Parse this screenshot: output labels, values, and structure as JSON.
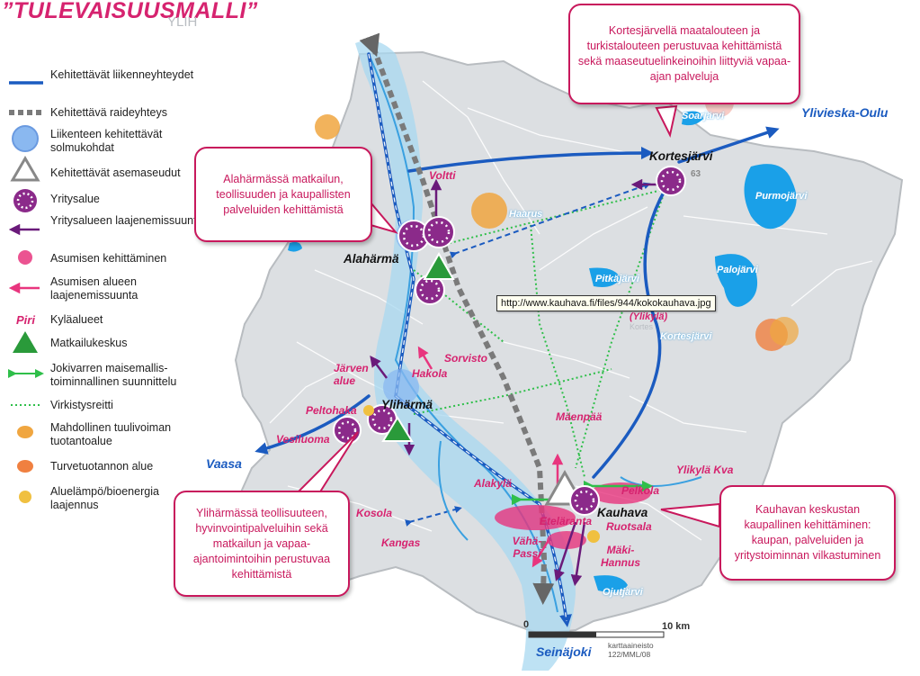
{
  "title": "”TULEVAISUUSMALLI”",
  "legend": [
    {
      "icon": "blue-line-icon",
      "label": "Kehitettävät liikenneyhteydet"
    },
    {
      "icon": "dashed-rail-icon",
      "label": "Kehitettävä raideyhteys"
    },
    {
      "icon": "blue-circle-icon",
      "label": "Liikenteen kehitettävät solmukohdat"
    },
    {
      "icon": "white-triangle-icon",
      "label": "Kehitettävät asemaseudut"
    },
    {
      "icon": "business-area-icon",
      "label": "Yritysalue"
    },
    {
      "icon": "purple-arrow-icon",
      "label": "Yritysalueen laajenemissuunta"
    },
    {
      "icon": "pink-dot-icon",
      "label": "Asumisen kehittäminen"
    },
    {
      "icon": "pink-arrow-icon",
      "label": "Asumisen alueen laajenemissuunta"
    },
    {
      "icon": "village-text-icon",
      "symbol_text": "Piri",
      "label": "Kyläalueet"
    },
    {
      "icon": "green-triangle-icon",
      "label": "Matkailukeskus"
    },
    {
      "icon": "green-double-arrow-icon",
      "label": "Jokivarren maisemallis-toiminnallinen suunnittelu"
    },
    {
      "icon": "green-dotted-line-icon",
      "label": "Virkistysreitti"
    },
    {
      "icon": "orange-blob-icon",
      "label": "Mahdollinen tuulivoiman tuotantoalue"
    },
    {
      "icon": "red-blob-icon",
      "label": "Turvetuotannon alue"
    },
    {
      "icon": "sun-blob-icon",
      "label": "Aluelämpö/bioenergia laajennus"
    }
  ],
  "callouts": {
    "kortesjarvi": "Kortesjärvellä maatalouteen ja turkistalouteen perustuvaa kehittämistä sekä maaseutuelinkeinoihin liittyviä vapaa-ajan palveluja",
    "alaharma": "Alahärmässä matkailun, teollisuuden ja kaupallisten palveluiden kehittämistä",
    "ylihärmä": "Ylihärmässä teollisuuteen, hyvinvointipalveluihin sekä matkailun ja vapaa-ajantoimintoihin perustuvaa kehittämistä",
    "kauhava": "Kauhavan keskustan kaupallinen kehittäminen: kaupan, palveluiden ja yritystoiminnan vilkastuminen"
  },
  "towns": {
    "alaharma": "Alahärmä",
    "ylihärmä": "Ylihärmä",
    "kauhava": "Kauhava",
    "kortesjarvi": "Kortesjärvi"
  },
  "villages": {
    "voltti": "Voltti",
    "hakola": "Hakola",
    "jarven_alue": "Järven alue",
    "peltohaka": "Peltohaka",
    "vesiluoma": "Vesiluoma",
    "sorvisto": "Sorvisto",
    "maenpaa": "Mäenpää",
    "ylikyla_kva": "Ylikylä Kva",
    "pelkola": "Pelkola",
    "alakyla": "Alakylä",
    "etelaranta": "Eteläranta",
    "ruotsala": "Ruotsala",
    "vaha_passi": "Vähä-Passi",
    "maki_hannus": "Mäki-Hannus",
    "kosola": "Kosola",
    "kangas": "Kangas"
  },
  "lakes": {
    "purmojarvi": "Purmojärvi",
    "palojarvi": "Palojärvi",
    "pitkajarvi": "Pitkäjärvi",
    "kortesjarvi_lake": "Kortesjärvi",
    "ojutjarvi": "Ojutjärvi",
    "soarjarvi": "Soarjärvi",
    "haarus": "Haarus",
    "ylikyla": "(Ylikylä)"
  },
  "directions": {
    "ylivieska": "Ylivieska-Oulu",
    "vaasa": "Vaasa",
    "seinajoki": "Seinäjoki"
  },
  "faint_labels": {
    "ylih": "YLIH",
    "kortes": "Kortes",
    "road63": "63"
  },
  "tooltip": "http://www.kauhava.fi/files/944/kokokauhava.jpg",
  "scale": {
    "start": "0",
    "end": "10 km"
  },
  "credit": "karttaaineisto 122/MML/08",
  "colors": {
    "magenta": "#d6236f",
    "blue_road": "#1b5bc0",
    "corridor": "#a8d8f0",
    "purple": "#8b2a8a",
    "green": "#2a9a3a",
    "lake": "#1aa0e8"
  }
}
